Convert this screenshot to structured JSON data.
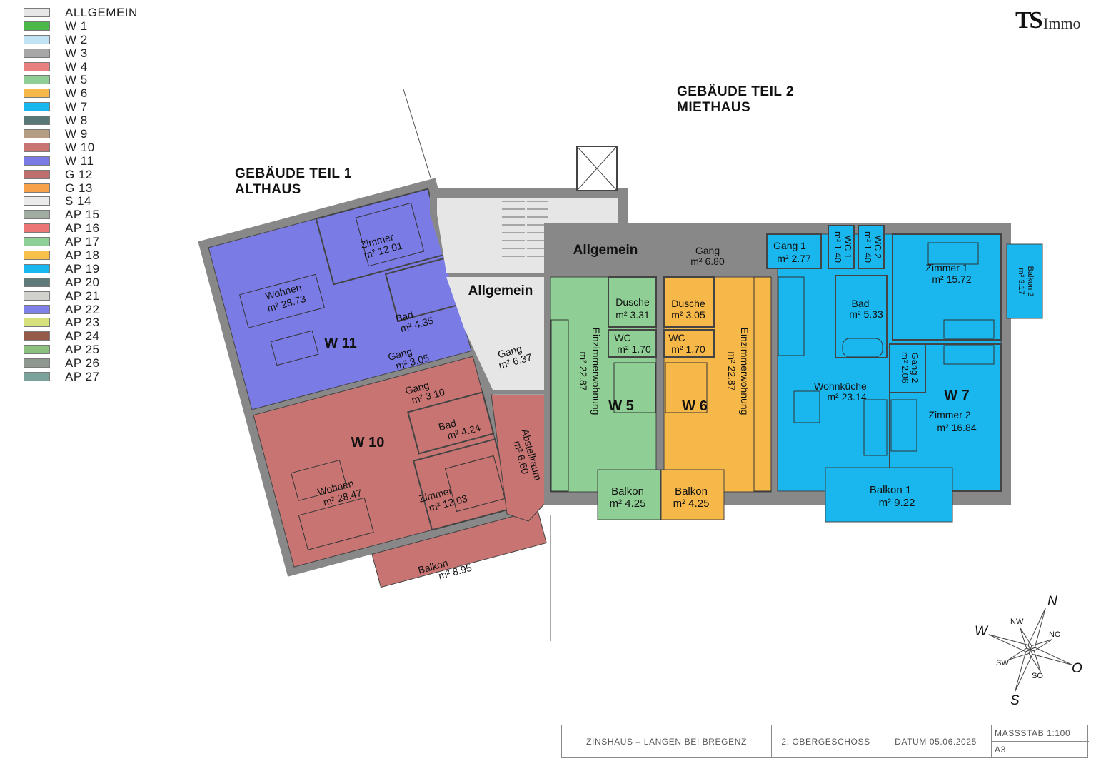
{
  "legend": [
    {
      "label": "ALLGEMEIN",
      "color": "#e6e6e6"
    },
    {
      "label": "W 1",
      "color": "#4cb848"
    },
    {
      "label": "W 2",
      "color": "#bfe3f2"
    },
    {
      "label": "W 3",
      "color": "#a7a7a7"
    },
    {
      "label": "W 4",
      "color": "#e98080"
    },
    {
      "label": "W 5",
      "color": "#8fcf95"
    },
    {
      "label": "W 6",
      "color": "#f7b84a"
    },
    {
      "label": "W 7",
      "color": "#19b7ee"
    },
    {
      "label": "W 8",
      "color": "#5a7877"
    },
    {
      "label": "W 9",
      "color": "#b59d84"
    },
    {
      "label": "W 10",
      "color": "#c77472"
    },
    {
      "label": "W 11",
      "color": "#7b7be6"
    },
    {
      "label": "G 12",
      "color": "#bf6e6e"
    },
    {
      "label": "G 13",
      "color": "#f6a24a"
    },
    {
      "label": "S 14",
      "color": "#ebebeb"
    },
    {
      "label": "AP 15",
      "color": "#a2ada2"
    },
    {
      "label": "AP 16",
      "color": "#ec7676"
    },
    {
      "label": "AP 17",
      "color": "#8dcf96"
    },
    {
      "label": "AP 18",
      "color": "#f6c04a"
    },
    {
      "label": "AP 19",
      "color": "#19b7ee"
    },
    {
      "label": "AP 20",
      "color": "#617b7b"
    },
    {
      "label": "AP 21",
      "color": "#cfd2cd"
    },
    {
      "label": "AP 22",
      "color": "#7f80ea"
    },
    {
      "label": "AP 23",
      "color": "#d6e07c"
    },
    {
      "label": "AP 24",
      "color": "#965a48"
    },
    {
      "label": "AP 25",
      "color": "#8cc07e"
    },
    {
      "label": "AP 26",
      "color": "#8e9890"
    },
    {
      "label": "AP 27",
      "color": "#79a39a"
    }
  ],
  "logo": {
    "ts": "TS",
    "immo": "Immo"
  },
  "buildings": {
    "teil1": {
      "line1": "GEBÄUDE TEIL 1",
      "line2": "ALTHAUS"
    },
    "teil2": {
      "line1": "GEBÄUDE TEIL 2",
      "line2": "MIETHAUS"
    }
  },
  "units": {
    "w5": "W 5",
    "w6": "W 6",
    "w7": "W 7",
    "w10": "W 10",
    "w11": "W 11"
  },
  "common": {
    "allgemein_top": "Allgemein",
    "allgemein_left": "Allgemein",
    "gang_top_label": "Gang",
    "gang_top_area": "m² 6.80",
    "gang_left_label": "Gang",
    "gang_left_area": "m² 6.37",
    "abstell_label": "Abstellraum",
    "abstell_area": "m² 6.60"
  },
  "rooms": {
    "w11_wohnen": {
      "label": "Wohnen",
      "area": "m² 28.73"
    },
    "w11_zimmer": {
      "label": "Zimmer",
      "area": "m² 12.01"
    },
    "w11_bad": {
      "label": "Bad",
      "area": "m² 4.35"
    },
    "w11_gang": {
      "label": "Gang",
      "area": "m² 3.05"
    },
    "w10_gang": {
      "label": "Gang",
      "area": "m² 3.10"
    },
    "w10_bad": {
      "label": "Bad",
      "area": "m² 4.24"
    },
    "w10_wohnen": {
      "label": "Wohnen",
      "area": "m² 28.47"
    },
    "w10_zimmer": {
      "label": "Zimmer",
      "area": "m² 12.03"
    },
    "w10_balkon": {
      "label": "Balkon",
      "area": "m² 8.95"
    },
    "w5_dusche": {
      "label": "Dusche",
      "area": "m² 3.31"
    },
    "w5_wc": {
      "label": "WC",
      "area": "m² 1.70"
    },
    "w5_wohnung": {
      "label": "Einzimmerwohnung",
      "area": "m² 22.87"
    },
    "w5_balkon": {
      "label": "Balkon",
      "area": "m² 4.25"
    },
    "w6_dusche": {
      "label": "Dusche",
      "area": "m² 3.05"
    },
    "w6_wc": {
      "label": "WC",
      "area": "m² 1.70"
    },
    "w6_wohnung": {
      "label": "Einzimmerwohnung",
      "area": "m² 22.87"
    },
    "w6_balkon": {
      "label": "Balkon",
      "area": "m² 4.25"
    },
    "w7_gang1": {
      "label": "Gang 1",
      "area": "m² 2.77"
    },
    "w7_wc1": {
      "label": "WC 1",
      "area": "m² 1.40"
    },
    "w7_wc2": {
      "label": "WC 2",
      "area": "m² 1.40"
    },
    "w7_zimmer1": {
      "label": "Zimmer 1",
      "area": "m² 15.72"
    },
    "w7_balkon2": {
      "label": "Balkon 2",
      "area": "m² 3.17"
    },
    "w7_bad": {
      "label": "Bad",
      "area": "m² 5.33"
    },
    "w7_gang2": {
      "label": "Gang 2",
      "area": "m² 2.06"
    },
    "w7_wohnkueche": {
      "label": "Wohnküche",
      "area": "m² 23.14"
    },
    "w7_zimmer2": {
      "label": "Zimmer 2",
      "area": "m² 16.84"
    },
    "w7_balkon1": {
      "label": "Balkon 1",
      "area": "m² 9.22"
    }
  },
  "compass": {
    "n": "N",
    "s": "S",
    "w": "W",
    "o": "O",
    "nw": "NW",
    "no": "NO",
    "sw": "SW",
    "so": "SO"
  },
  "titleblock": {
    "project": "ZINSHAUS – LANGEN BEI BREGENZ",
    "floor": "2. OBERGESCHOSS",
    "date": "DATUM 05.06.2025",
    "scale": "MASSSTAB 1:100",
    "format": "A3"
  }
}
